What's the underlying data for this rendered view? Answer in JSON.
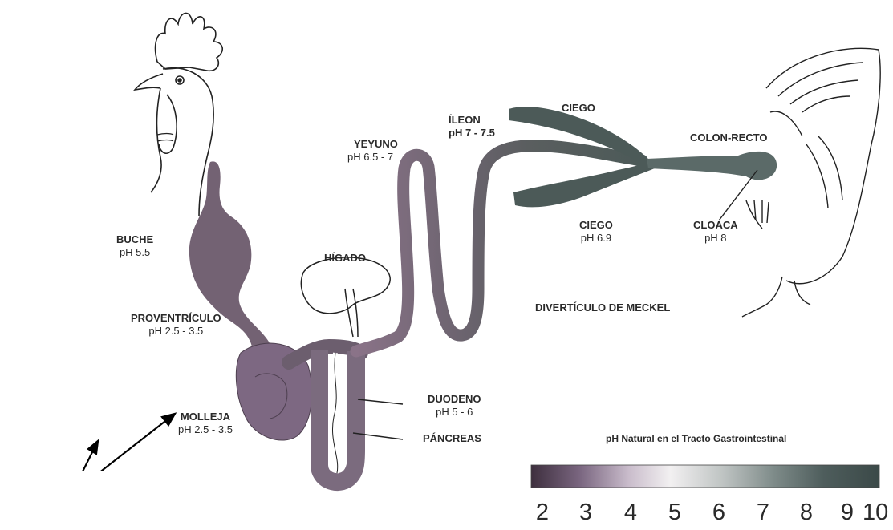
{
  "labels": {
    "buche": {
      "name": "BUCHE",
      "ph": "pH 5.5"
    },
    "proventriculo": {
      "name": "PROVENTRÍCULO",
      "ph": "pH 2.5 - 3.5"
    },
    "molleja": {
      "name": "MOLLEJA",
      "ph": "pH 2.5 - 3.5"
    },
    "higado": {
      "name": "HÍGADO"
    },
    "yeyuno": {
      "name": "YEYUNO",
      "ph": "pH 6.5 - 7"
    },
    "ileon": {
      "name": "ÍLEON",
      "ph": "pH 7 - 7.5"
    },
    "ciego_top": {
      "name": "CIEGO"
    },
    "ciego_bottom": {
      "name": "CIEGO",
      "ph": "pH 6.9"
    },
    "colon": {
      "name": "COLON-RECTO"
    },
    "cloaca": {
      "name": "CLOACA",
      "ph": "pH 8"
    },
    "meckel": {
      "name": "DIVERTÍCULO DE MECKEL"
    },
    "duodeno": {
      "name": "DUODENO",
      "ph": "pH 5 - 6"
    },
    "pancreas": {
      "name": "PÁNCREAS"
    }
  },
  "scale": {
    "title": "pH Natural en el Tracto Gastrointestinal",
    "ticks": [
      "2",
      "3",
      "4",
      "5",
      "6",
      "7",
      "8",
      "9",
      "10"
    ]
  },
  "colors": {
    "acid": "#7a6680",
    "mid": "#e6e2e4",
    "neutral": "#4c5d5a",
    "line": "#111111"
  }
}
